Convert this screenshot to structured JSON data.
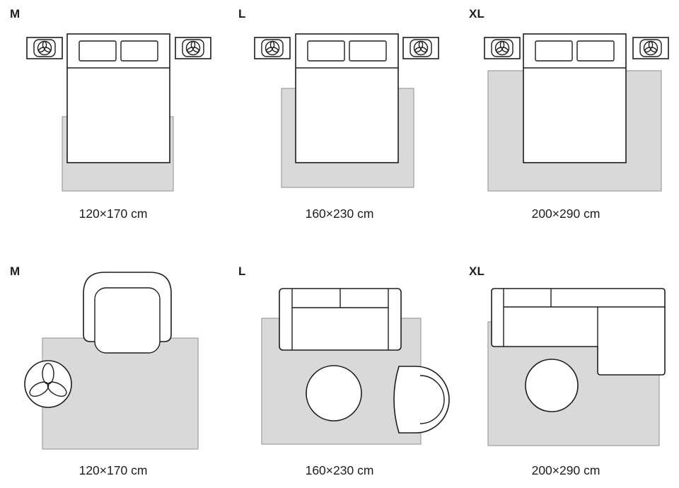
{
  "size_guide": {
    "rooms": [
      {
        "room": "bedroom",
        "options": [
          {
            "size": "M",
            "dimensions": "120×170 cm"
          },
          {
            "size": "L",
            "dimensions": "160×230 cm"
          },
          {
            "size": "XL",
            "dimensions": "200×290 cm"
          }
        ]
      },
      {
        "room": "living-room",
        "options": [
          {
            "size": "M",
            "dimensions": "120×170 cm"
          },
          {
            "size": "L",
            "dimensions": "160×230 cm"
          },
          {
            "size": "XL",
            "dimensions": "200×290 cm"
          }
        ]
      }
    ]
  },
  "icons": {
    "nightstand_decor": "plant-top-view-icon",
    "floor_decor": "plant-top-view-icon"
  },
  "colors": {
    "rug_fill": "#d9d9d9",
    "rug_stroke": "#9e9e9e",
    "outline": "#1d1d1d",
    "text": "#1d1d1d",
    "background": "#ffffff"
  }
}
